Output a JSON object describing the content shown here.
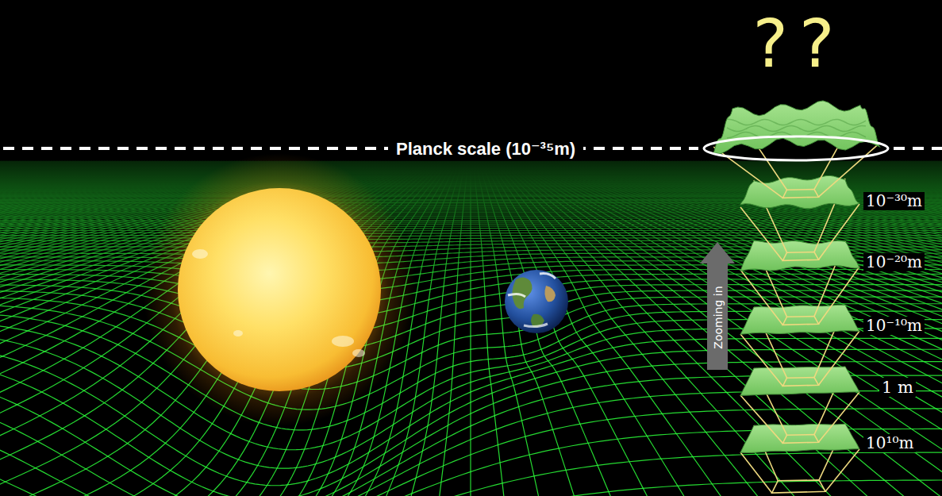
{
  "diagram": {
    "labels": [
      "??",
      "Planck scale (10⁻³⁵m)",
      "10⁻³⁰m",
      "10⁻²⁰m",
      "10⁻¹⁰m",
      "1 m",
      "10¹⁰m",
      "Zooming in"
    ]
  }
}
